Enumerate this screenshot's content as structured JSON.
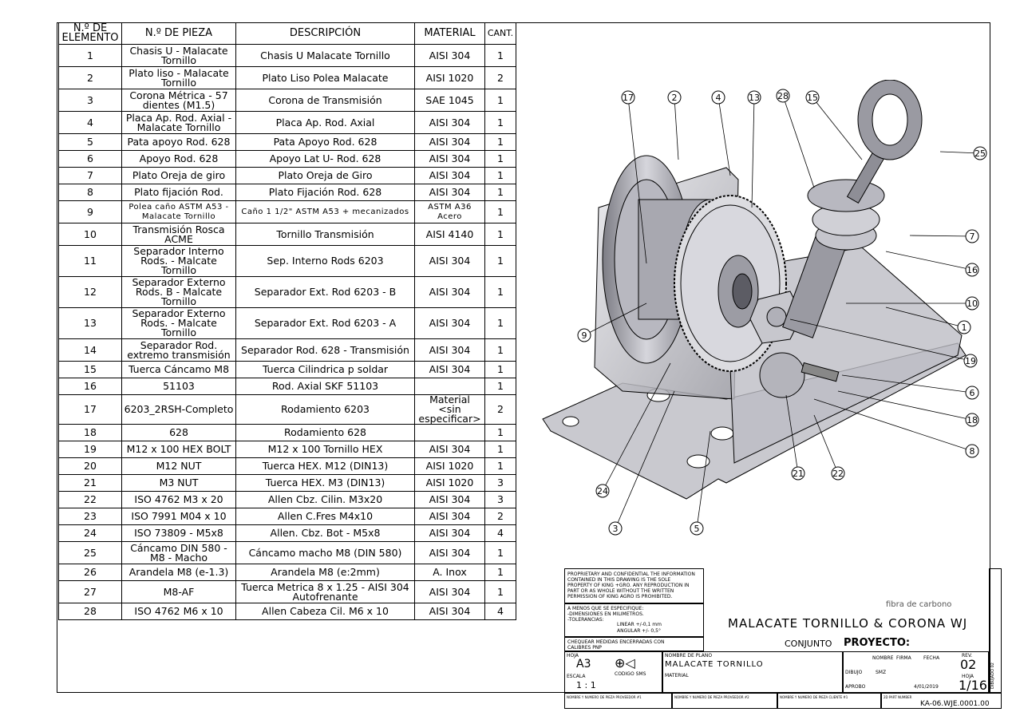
{
  "bom": {
    "headers": {
      "item": "N.º DE ELEMENTO",
      "part": "N.º DE PIEZA",
      "desc": "DESCRIPCIÓN",
      "mat": "MATERIAL",
      "qty": "CANT."
    },
    "rows": [
      {
        "n": "1",
        "part": "Chasis U - Malacate Tornillo",
        "desc": "Chasis U Malacate Tornillo",
        "mat": "AISI 304",
        "qty": "1"
      },
      {
        "n": "2",
        "part": "Plato liso - Malacate Tornillo",
        "desc": "Plato Liso Polea Malacate",
        "mat": "AISI 1020",
        "qty": "2"
      },
      {
        "n": "3",
        "part": "Corona Métrica - 57 dientes (M1.5)",
        "desc": "Corona de Transmisión",
        "mat": "SAE 1045",
        "qty": "1"
      },
      {
        "n": "4",
        "part": "Placa Ap. Rod. Axial - Malacate Tornillo",
        "desc": "Placa Ap. Rod. Axial",
        "mat": "AISI 304",
        "qty": "1"
      },
      {
        "n": "5",
        "part": "Pata apoyo Rod. 628",
        "desc": "Pata Apoyo Rod. 628",
        "mat": "AISI 304",
        "qty": "1"
      },
      {
        "n": "6",
        "part": "Apoyo Rod. 628",
        "desc": "Apoyo Lat U- Rod. 628",
        "mat": "AISI 304",
        "qty": "1"
      },
      {
        "n": "7",
        "part": "Plato Oreja de giro",
        "desc": "Plato Oreja de Giro",
        "mat": "AISI 304",
        "qty": "1"
      },
      {
        "n": "8",
        "part": "Plato fijación Rod.",
        "desc": "Plato Fijación Rod. 628",
        "mat": "AISI 304",
        "qty": "1"
      },
      {
        "n": "9",
        "part": "Polea caño ASTM A53 - Malacate Tornillo",
        "desc": "Caño 1 1/2\" ASTM A53 + mecanizados",
        "mat": "ASTM A36 Acero",
        "qty": "1"
      },
      {
        "n": "10",
        "part": "Transmisión Rosca ACME",
        "desc": "Tornillo Transmisión",
        "mat": "AISI 4140",
        "qty": "1"
      },
      {
        "n": "11",
        "part": "Separador Interno Rods. - Malcate Tornillo",
        "desc": "Sep. Interno Rods 6203",
        "mat": "AISI 304",
        "qty": "1"
      },
      {
        "n": "12",
        "part": "Separador Externo Rods. B - Malcate Tornillo",
        "desc": "Separador Ext. Rod 6203 - B",
        "mat": "AISI 304",
        "qty": "1"
      },
      {
        "n": "13",
        "part": "Separador Externo Rods. - Malcate Tornillo",
        "desc": "Separador Ext. Rod 6203 - A",
        "mat": "AISI 304",
        "qty": "1"
      },
      {
        "n": "14",
        "part": "Separador Rod. extremo transmisión",
        "desc": "Separador Rod. 628 - Transmisión",
        "mat": "AISI 304",
        "qty": "1"
      },
      {
        "n": "15",
        "part": "Tuerca Cáncamo M8",
        "desc": "Tuerca Cilindrica p soldar",
        "mat": "AISI 304",
        "qty": "1"
      },
      {
        "n": "16",
        "part": "51103",
        "desc": "Rod. Axial SKF 51103",
        "mat": "",
        "qty": "1"
      },
      {
        "n": "17",
        "part": "6203_2RSH-Completo",
        "desc": "Rodamiento 6203",
        "mat": "Material <sin especificar>",
        "qty": "2"
      },
      {
        "n": "18",
        "part": "628",
        "desc": "Rodamiento 628",
        "mat": "",
        "qty": "1"
      },
      {
        "n": "19",
        "part": "M12 x 100 HEX BOLT",
        "desc": "M12 x 100 Tornillo HEX",
        "mat": "AISI 304",
        "qty": "1"
      },
      {
        "n": "20",
        "part": "M12 NUT",
        "desc": "Tuerca HEX. M12 (DIN13)",
        "mat": "AISI 1020",
        "qty": "1"
      },
      {
        "n": "21",
        "part": "M3 NUT",
        "desc": "Tuerca HEX. M3 (DIN13)",
        "mat": "AISI 1020",
        "qty": "3"
      },
      {
        "n": "22",
        "part": "ISO 4762 M3 x  20",
        "desc": "Allen Cbz. Cilin. M3x20",
        "mat": "AISI 304",
        "qty": "3"
      },
      {
        "n": "23",
        "part": "ISO 7991 M04 x  10",
        "desc": "Allen C.Fres M4x10",
        "mat": "AISI 304",
        "qty": "2"
      },
      {
        "n": "24",
        "part": "ISO 73809 - M5x8",
        "desc": "Allen. Cbz. Bot - M5x8",
        "mat": "AISI 304",
        "qty": "4"
      },
      {
        "n": "25",
        "part": "Cáncamo DIN 580 - M8 - Macho",
        "desc": "Cáncamo macho M8 (DIN 580)",
        "mat": "AISI 304",
        "qty": "1"
      },
      {
        "n": "26",
        "part": "Arandela M8 (e-1.3)",
        "desc": "Arandela M8 (e:2mm)",
        "mat": "A. Inox",
        "qty": "1"
      },
      {
        "n": "27",
        "part": "M8-AF",
        "desc": "Tuerca Metrica 8 x 1.25 - AISI 304 Autofrenante",
        "mat": "AISI 304",
        "qty": "1"
      },
      {
        "n": "28",
        "part": "ISO 4762 M6 x 10",
        "desc": "Allen Cabeza Cil. M6 x 10",
        "mat": "AISI 304",
        "qty": "4"
      }
    ]
  },
  "balloons": [
    "17",
    "2",
    "4",
    "13",
    "28",
    "15",
    "25",
    "7",
    "16",
    "10",
    "1",
    "19",
    "6",
    "18",
    "8",
    "22",
    "21",
    "5",
    "3",
    "24",
    "9"
  ],
  "titleblock": {
    "proprietary": [
      "PROPRIETARY AND CONFIDENTIAL THE INFORMATION",
      "CONTAINED IN THIS DRAWING IS THE SOLE",
      "PROPERTY OF KING +GRO. ANY REPRODUCTION IN",
      "PART OR AS WHOLE WITHOUT THE WRITTEN",
      "PERMISSION OF KING AGRO IS PROHIBITED."
    ],
    "notes": [
      "A MENOS QUE SE ESPECIFIQUE:",
      "-DIMENSIONES EN MILIMETROS.",
      "-TOLERANCIAS:"
    ],
    "tol_linear": "LINEAR    +/-0,1 mm",
    "tol_angular": "ANGULAR +/-   0,5°",
    "check": "CHEQUEAR MEDIDAS ENCERRADAS CON CALIBRES PNP",
    "material_label": "fibra de carbono",
    "title": "MALACATE TORNILLO & CORONA WJ",
    "conjunto": "CONJUNTO",
    "proyecto": "PROYECTO:",
    "hoja_label": "HOJA",
    "sheet_size": "A3",
    "codigo_label": "CODIGO SMS",
    "plano_label": "NOMBRE DE PLANO",
    "plano_name": "MALACATE TORNILLO",
    "material_field": "MATERIAL",
    "escala_label": "ESCALA",
    "escala": "1 : 1",
    "nombre": "NOMBRE",
    "firma": "FIRMA",
    "fecha": "FECHA",
    "rev_label": "REV.",
    "rev": "02",
    "dibujo": "DIBUJO",
    "dibujo_name": "SMZ",
    "aprobo": "APROBO",
    "date": "4/01/2019",
    "hoja2_label": "HOJA",
    "hoja": "1/16",
    "prov1": "NOMBRE Y NUMERO DE PIEZA PROVEEDOR #1",
    "prov2": "NOMBRE Y NUMERO DE PIEZA PROVEEDOR #2",
    "prov3": "NOMBRE Y NUMERO DE PIEZA CLIENTE #1",
    "part_no_label": "2D PART NUMBER",
    "part_no": "KA-06.WJE.0001.00",
    "side": "DIBUJADO 02"
  }
}
